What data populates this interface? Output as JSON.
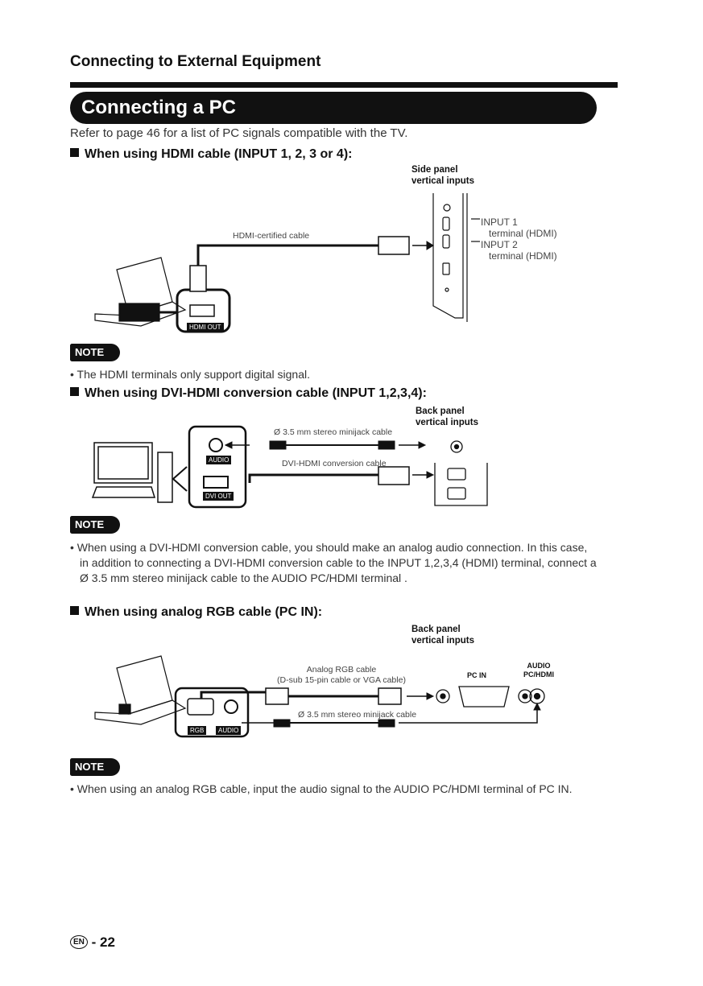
{
  "header": {
    "section_title": "Connecting to External Equipment"
  },
  "banner": {
    "title": "Connecting a PC"
  },
  "intro": "Refer to page 46 for a list of PC signals compatible with the TV.",
  "hdmi": {
    "heading": "When using HDMI cable (INPUT 1, 2, 3 or 4):",
    "panel_line1": "Side panel",
    "panel_line2": "vertical inputs",
    "cable_label": "HDMI-certified cable",
    "input1_line1": "INPUT 1",
    "input1_line2": "terminal (HDMI)",
    "input2_line1": "INPUT 2",
    "input2_line2": "terminal (HDMI)",
    "port_label": "HDMI OUT",
    "note_label": "NOTE",
    "note": "• The HDMI terminals only support digital signal."
  },
  "dvi": {
    "heading": "When using DVI-HDMI conversion cable (INPUT 1,2,3,4):",
    "panel_line1": "Back panel",
    "panel_line2": "vertical inputs",
    "minijack_label": "Ø 3.5 mm stereo minijack cable",
    "conv_label": "DVI-HDMI conversion cable",
    "audio_tag": "AUDIO",
    "dvi_tag": "DVI OUT",
    "note_label": "NOTE",
    "note_line1": "• When using a DVI-HDMI conversion cable, you should make an analog audio connection. In this case,",
    "note_line2": "in addition to connecting a DVI-HDMI conversion cable to the INPUT 1,2,3,4 (HDMI) terminal, connect a",
    "note_line3": "Ø 3.5 mm stereo minijack cable  to the AUDIO PC/HDMI terminal ."
  },
  "rgb": {
    "heading": "When using analog RGB cable (PC IN):",
    "panel_line1": "Back panel",
    "panel_line2": "vertical inputs",
    "cable_line1": "Analog RGB cable",
    "cable_line2": "(D-sub 15-pin cable or VGA cable)",
    "minijack_label": "Ø 3.5 mm stereo minijack cable",
    "pcin_label": "PC IN",
    "audio_line1": "AUDIO",
    "audio_line2": "PC/HDMI",
    "rgb_tag": "RGB",
    "audio_tag": "AUDIO",
    "note_label": "NOTE",
    "note": "• When using an analog RGB cable, input the audio signal to the AUDIO PC/HDMI terminal of PC IN."
  },
  "footer": {
    "lang": "EN",
    "page": "- 22"
  }
}
